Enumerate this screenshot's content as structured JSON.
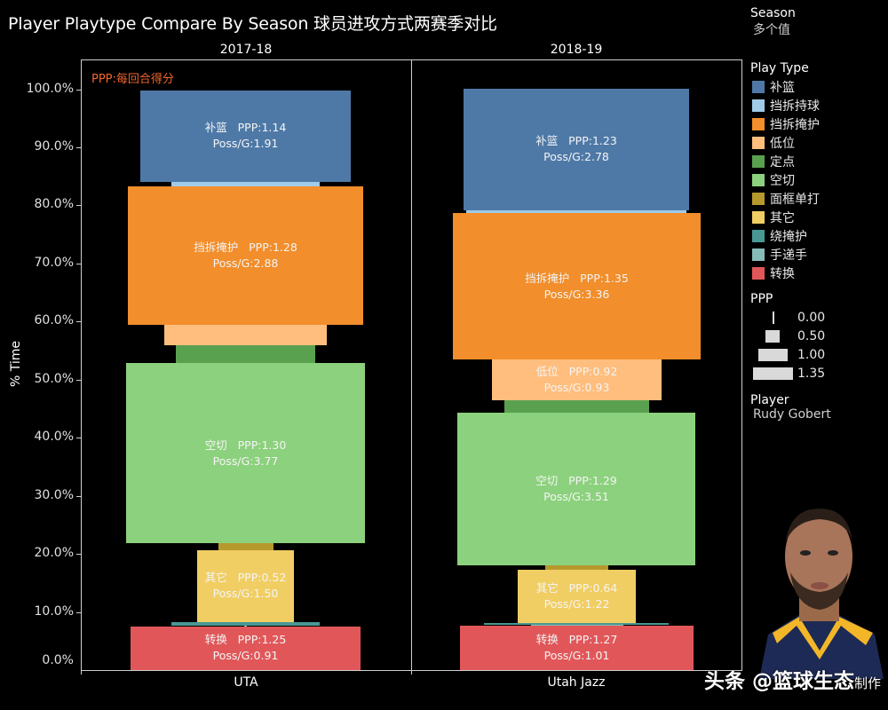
{
  "title": "Player Playtype Compare By Season 球员进攻方式两赛季对比",
  "note": "PPP:每回合得分",
  "columns": [
    "2017-18",
    "2018-19"
  ],
  "x_labels": [
    "UTA",
    "Utah Jazz"
  ],
  "y_axis": {
    "title": "% Time",
    "ticks": [
      "100.0%",
      "90.0%",
      "80.0%",
      "70.0%",
      "60.0%",
      "50.0%",
      "40.0%",
      "30.0%",
      "20.0%",
      "10.0%",
      "0.0%"
    ]
  },
  "legend": {
    "season": {
      "title": "Season",
      "value": "多个值"
    },
    "play_type": {
      "title": "Play Type",
      "items": [
        {
          "label": "补篮",
          "color": "#4e79a7"
        },
        {
          "label": "挡拆持球",
          "color": "#a0cbe8"
        },
        {
          "label": "挡拆掩护",
          "color": "#f28e2b"
        },
        {
          "label": "低位",
          "color": "#ffbe7d"
        },
        {
          "label": "定点",
          "color": "#59a14f"
        },
        {
          "label": "空切",
          "color": "#8cd17d"
        },
        {
          "label": "面框单打",
          "color": "#b6992d"
        },
        {
          "label": "其它",
          "color": "#f1ce63"
        },
        {
          "label": "绕掩护",
          "color": "#499894"
        },
        {
          "label": "手递手",
          "color": "#86bcb6"
        },
        {
          "label": "转换",
          "color": "#e15759"
        }
      ]
    },
    "ppp": {
      "title": "PPP",
      "values": [
        "0.00",
        "0.50",
        "1.00",
        "1.35"
      ]
    },
    "player": {
      "title": "Player",
      "value": "Rudy Gobert"
    }
  },
  "bars": {
    "s2017": {
      "lanbu": {
        "name": "补篮",
        "ppp": "PPP:1.14",
        "poss": "Poss/G:1.91"
      },
      "pnr_screen": {
        "name": "挡拆掩护",
        "ppp": "PPP:1.28",
        "poss": "Poss/G:2.88"
      },
      "cut": {
        "name": "空切",
        "ppp": "PPP:1.30",
        "poss": "Poss/G:3.77"
      },
      "misc": {
        "name": "其它",
        "ppp": "PPP:0.52",
        "poss": "Poss/G:1.50"
      },
      "transition": {
        "name": "转换",
        "ppp": "PPP:1.25",
        "poss": "Poss/G:0.91"
      }
    },
    "s2018": {
      "lanbu": {
        "name": "补篮",
        "ppp": "PPP:1.23",
        "poss": "Poss/G:2.78"
      },
      "pnr_screen": {
        "name": "挡拆掩护",
        "ppp": "PPP:1.35",
        "poss": "Poss/G:3.36"
      },
      "post": {
        "name": "低位",
        "ppp": "PPP:0.92",
        "poss": "Poss/G:0.93"
      },
      "cut": {
        "name": "空切",
        "ppp": "PPP:1.29",
        "poss": "Poss/G:3.51"
      },
      "misc": {
        "name": "其它",
        "ppp": "PPP:0.64",
        "poss": "Poss/G:1.22"
      },
      "transition": {
        "name": "转换",
        "ppp": "PPP:1.27",
        "poss": "Poss/G:1.01"
      }
    }
  },
  "watermark": {
    "main": "头条 @篮球生态",
    "sub": "制作"
  },
  "chart_data": {
    "type": "bar",
    "subtype": "stacked-centered (width = PPP, height = % time)",
    "title": "Player Playtype Compare By Season 球员进攻方式两赛季对比",
    "xlabel": "",
    "ylabel": "% Time",
    "ylim": [
      0,
      100
    ],
    "categories": [
      "2017-18 (UTA)",
      "2018-19 (Utah Jazz)"
    ],
    "series": [
      {
        "name": "补篮",
        "pct_time": [
          15.7,
          21.0
        ],
        "ppp": [
          1.14,
          1.23
        ],
        "poss_per_game": [
          1.91,
          2.78
        ]
      },
      {
        "name": "挡拆持球",
        "pct_time": [
          0.8,
          0.5
        ],
        "ppp": [
          1.0,
          1.3
        ],
        "poss_per_game": [
          null,
          null
        ]
      },
      {
        "name": "挡拆掩护",
        "pct_time": [
          23.9,
          25.2
        ],
        "ppp": [
          1.28,
          1.35
        ],
        "poss_per_game": [
          2.88,
          3.36
        ]
      },
      {
        "name": "低位",
        "pct_time": [
          3.5,
          7.0
        ],
        "ppp": [
          0.9,
          0.92
        ],
        "poss_per_game": [
          null,
          0.93
        ]
      },
      {
        "name": "定点",
        "pct_time": [
          3.1,
          2.1
        ],
        "ppp": [
          0.77,
          0.8
        ],
        "poss_per_game": [
          null,
          null
        ]
      },
      {
        "name": "空切",
        "pct_time": [
          31.0,
          26.3
        ],
        "ppp": [
          1.3,
          1.29
        ],
        "poss_per_game": [
          3.77,
          3.51
        ]
      },
      {
        "name": "面框单打",
        "pct_time": [
          1.2,
          0.8
        ],
        "ppp": [
          0.3,
          0.35
        ],
        "poss_per_game": [
          null,
          null
        ]
      },
      {
        "name": "其它",
        "pct_time": [
          12.4,
          9.2
        ],
        "ppp": [
          0.52,
          0.64
        ],
        "poss_per_game": [
          1.5,
          1.22
        ]
      },
      {
        "name": "绕掩护",
        "pct_time": [
          0.6,
          0.3
        ],
        "ppp": [
          1.0,
          1.0
        ],
        "poss_per_game": [
          null,
          null
        ]
      },
      {
        "name": "手递手",
        "pct_time": [
          0.2,
          0.2
        ],
        "ppp": [
          null,
          null
        ],
        "poss_per_game": [
          null,
          null
        ]
      },
      {
        "name": "转换",
        "pct_time": [
          7.5,
          7.6
        ],
        "ppp": [
          1.25,
          1.27
        ],
        "poss_per_game": [
          0.91,
          1.01
        ]
      }
    ],
    "legend_position": "right",
    "grid": false
  }
}
